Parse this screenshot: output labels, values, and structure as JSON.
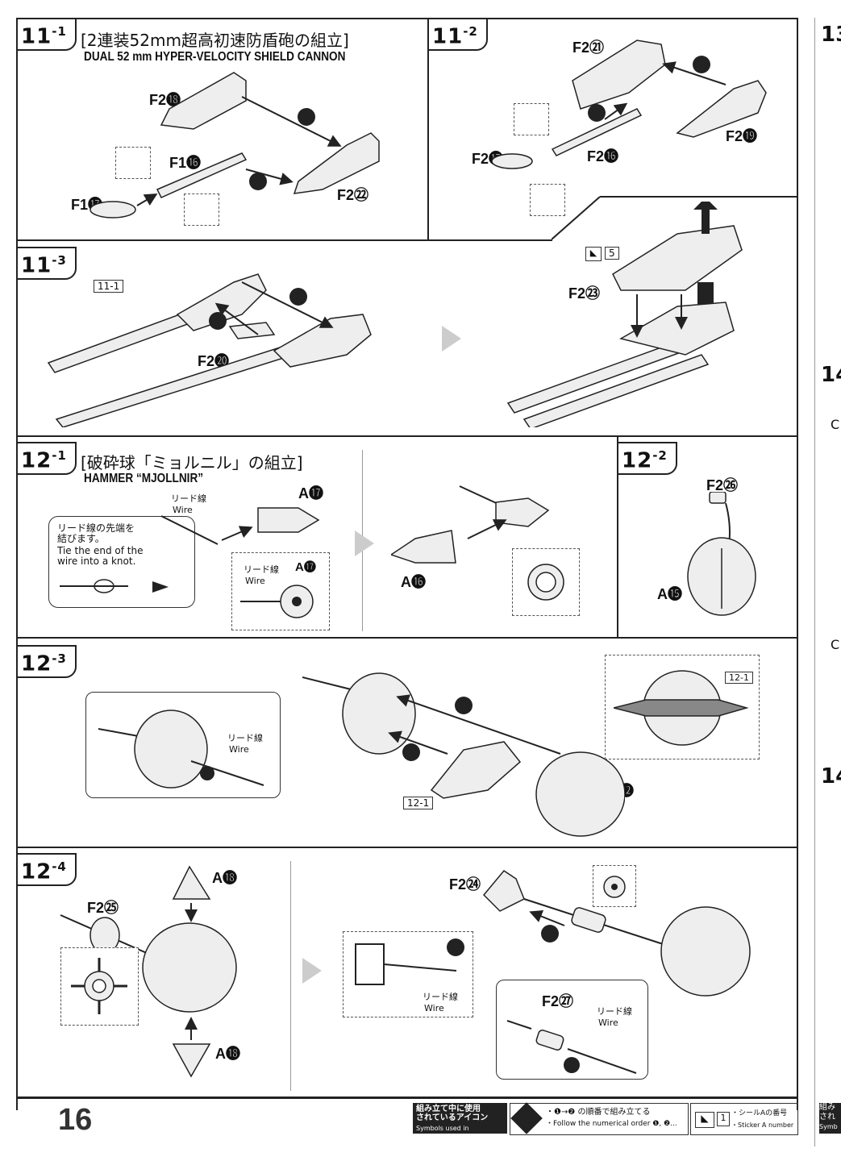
{
  "page_number": "16",
  "step11_1": {
    "num": "11",
    "sub": "-1",
    "title_jp": "[2連装52mm超高初速防盾砲の組立]",
    "title_en": "DUAL 52 mm HYPER-VELOCITY SHIELD CANNON",
    "labels": {
      "a": "F2⓲",
      "b": "F1⓰",
      "c": "F1⓱",
      "d": "F2㉒"
    }
  },
  "step11_2": {
    "num": "11",
    "sub": "-2",
    "labels": {
      "a": "F2㉑",
      "b": "F2⓳",
      "c": "F2⓱",
      "d": "F2⓰"
    }
  },
  "step11_3": {
    "num": "11",
    "sub": "-3",
    "ref": "11-1",
    "labels": {
      "a": "F2⓴",
      "b": "F2㉓"
    },
    "sticker": "5"
  },
  "step12_1": {
    "num": "12",
    "sub": "-1",
    "title_jp": "[破砕球「ミョルニル」の組立]",
    "title_en": "HAMMER “MJOLLNIR”",
    "wire_jp": "リード線",
    "wire_en": "Wire",
    "note_jp": "リード線の先端を\n結びます。",
    "note_en": "Tie the end of the\nwire into a knot.",
    "labels": {
      "a": "A⓱",
      "b": "A⓰",
      "c": "A⓱"
    }
  },
  "step12_2": {
    "num": "12",
    "sub": "-2",
    "labels": {
      "a": "F2㉖",
      "b": "A⓯"
    }
  },
  "step12_3": {
    "num": "12",
    "sub": "-3",
    "wire_jp": "リード線",
    "wire_en": "Wire",
    "ref": "12-1",
    "labels": {
      "a": "A⓬"
    }
  },
  "step12_4": {
    "num": "12",
    "sub": "-4",
    "wire_jp": "リード線",
    "wire_en": "Wire",
    "labels": {
      "a": "A⓲",
      "b": "F2㉕",
      "c": "A⓲",
      "d": "F2㉔",
      "e": "F2㉗"
    }
  },
  "right_edge": {
    "a": "13",
    "b": "14",
    "c": "14",
    "d": "C",
    "e": "C"
  },
  "legend": {
    "title_jp": "組み立て中に使用\nされているアイコン",
    "title_en": "Symbols used in instructions",
    "order_jp": "・❶→❷ の順番で組み立てる",
    "order_en": "・Follow the numerical order ❶, ❷...",
    "sticker_num": "1",
    "sticker_jp": "・シールAの番号",
    "sticker_en": "・Sticker A number"
  },
  "right_legend": {
    "line1": "組み",
    "line2": "され",
    "line3": "Symb"
  }
}
